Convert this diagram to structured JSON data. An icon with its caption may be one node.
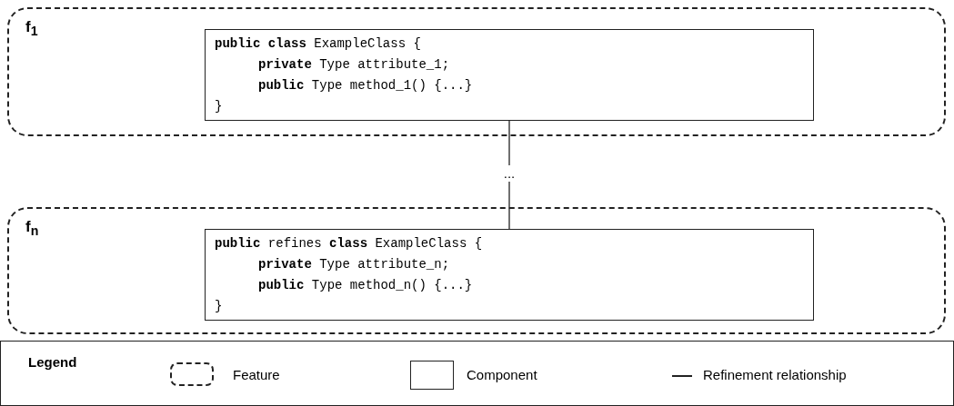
{
  "diagram": {
    "nodes": [
      {
        "text": [
          "f$_{1}$"
        ]
      },
      {
        "text": [
          "**public** **class** ExampleClass {",
          "**private** Type attribute_1;",
          "**public** Type method_1() {...}",
          "}"
        ],
        "in": 0
      },
      {
        "text": [
          "..."
        ]
      },
      {
        "text": [
          "f$_{n}$"
        ]
      },
      {
        "text": [
          "**public** refines **class** ExampleClass {",
          "**private** Type attribute_n;",
          "**public** Type method_n() {...}",
          "}"
        ],
        "in": 3
      }
    ],
    "edges": [
      {
        "from": 1,
        "to": 2,
        "arrow": "none"
      },
      {
        "from": 2,
        "to": 4,
        "arrow": "none"
      }
    ],
    "labels": [
      "Legend"
    ],
    "legend": [
      {
        "text": "Feature"
      },
      {
        "text": "Component"
      },
      {
        "text": "Refinement relationship"
      }
    ]
  }
}
